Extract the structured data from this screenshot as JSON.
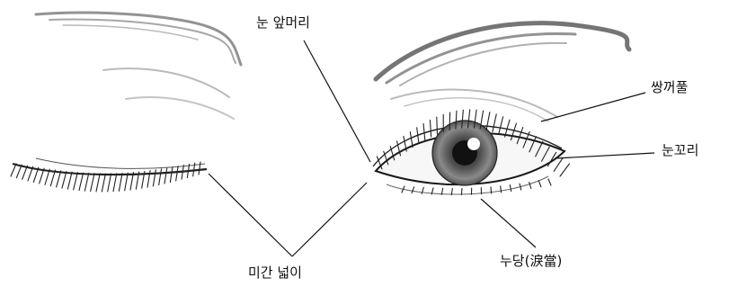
{
  "labels": {
    "inner_corner": "눈 앞머리",
    "double_eyelid": "쌍꺼풀",
    "outer_corner": "눈꼬리",
    "aegyo_sal": "누당(淚當)",
    "eye_spacing": "미간 넓이"
  }
}
